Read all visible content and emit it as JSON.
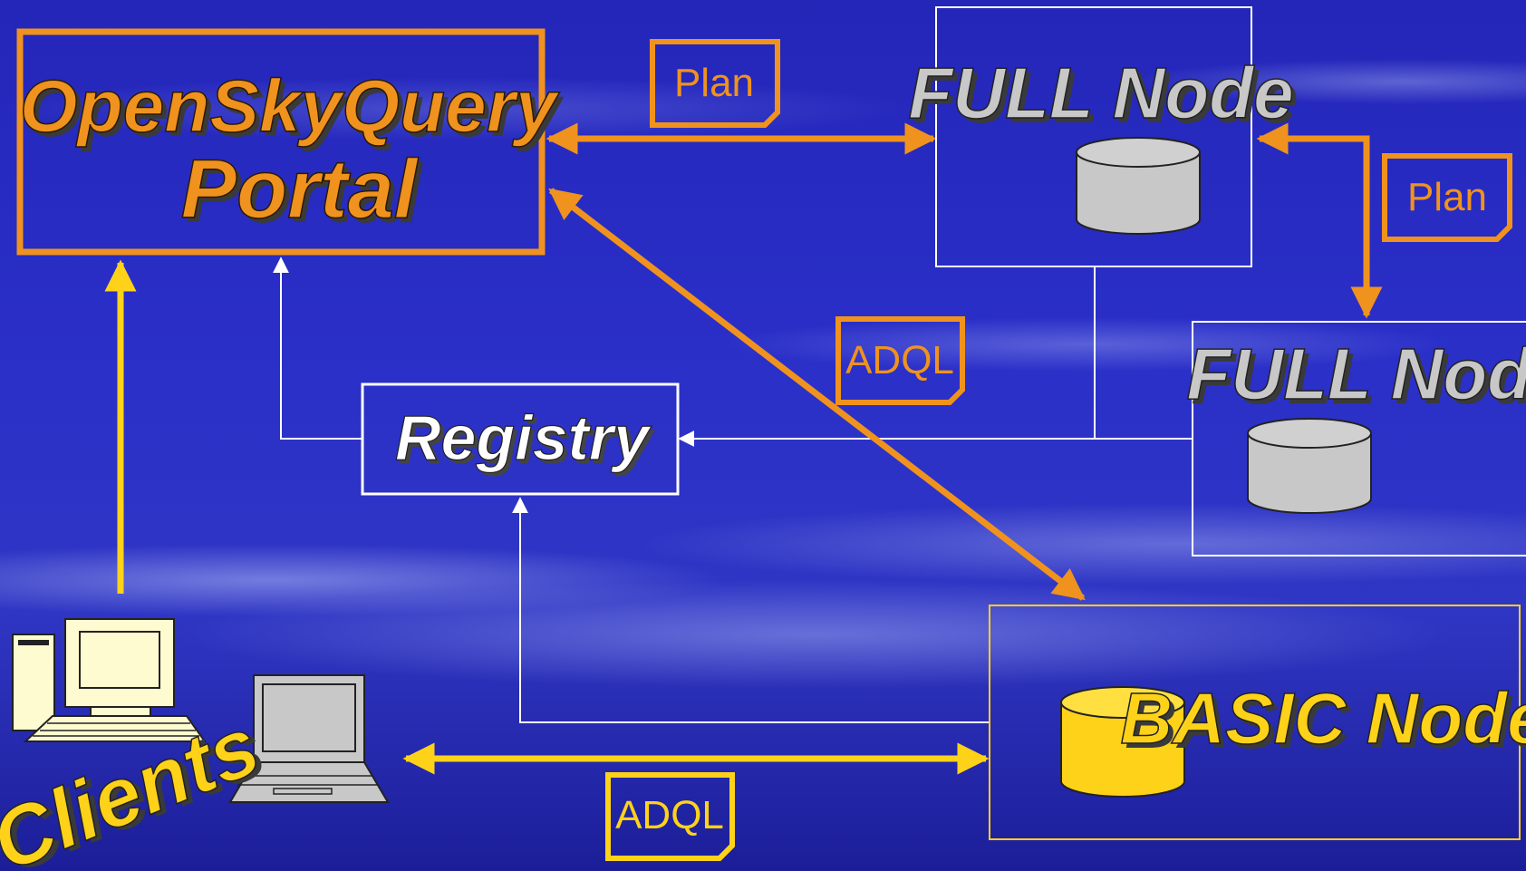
{
  "nodes": {
    "portal": {
      "line1": "OpenSkyQuery",
      "line2": "Portal"
    },
    "full_node_1": {
      "label": "FULL Node"
    },
    "full_node_2": {
      "label": "FULL Node"
    },
    "registry": {
      "label": "Registry"
    },
    "basic_node": {
      "label": "BASIC Node"
    },
    "clients": {
      "label": "Clients"
    }
  },
  "messages": {
    "plan_top": "Plan",
    "plan_right": "Plan",
    "adql_middle": "ADQL",
    "adql_bottom": "ADQL"
  },
  "colors": {
    "orange": "#f0921e",
    "yellow": "#ffd21a",
    "white": "#ffffff",
    "gray_node": "#c8c8c8",
    "client_cream": "#fffbd0"
  }
}
